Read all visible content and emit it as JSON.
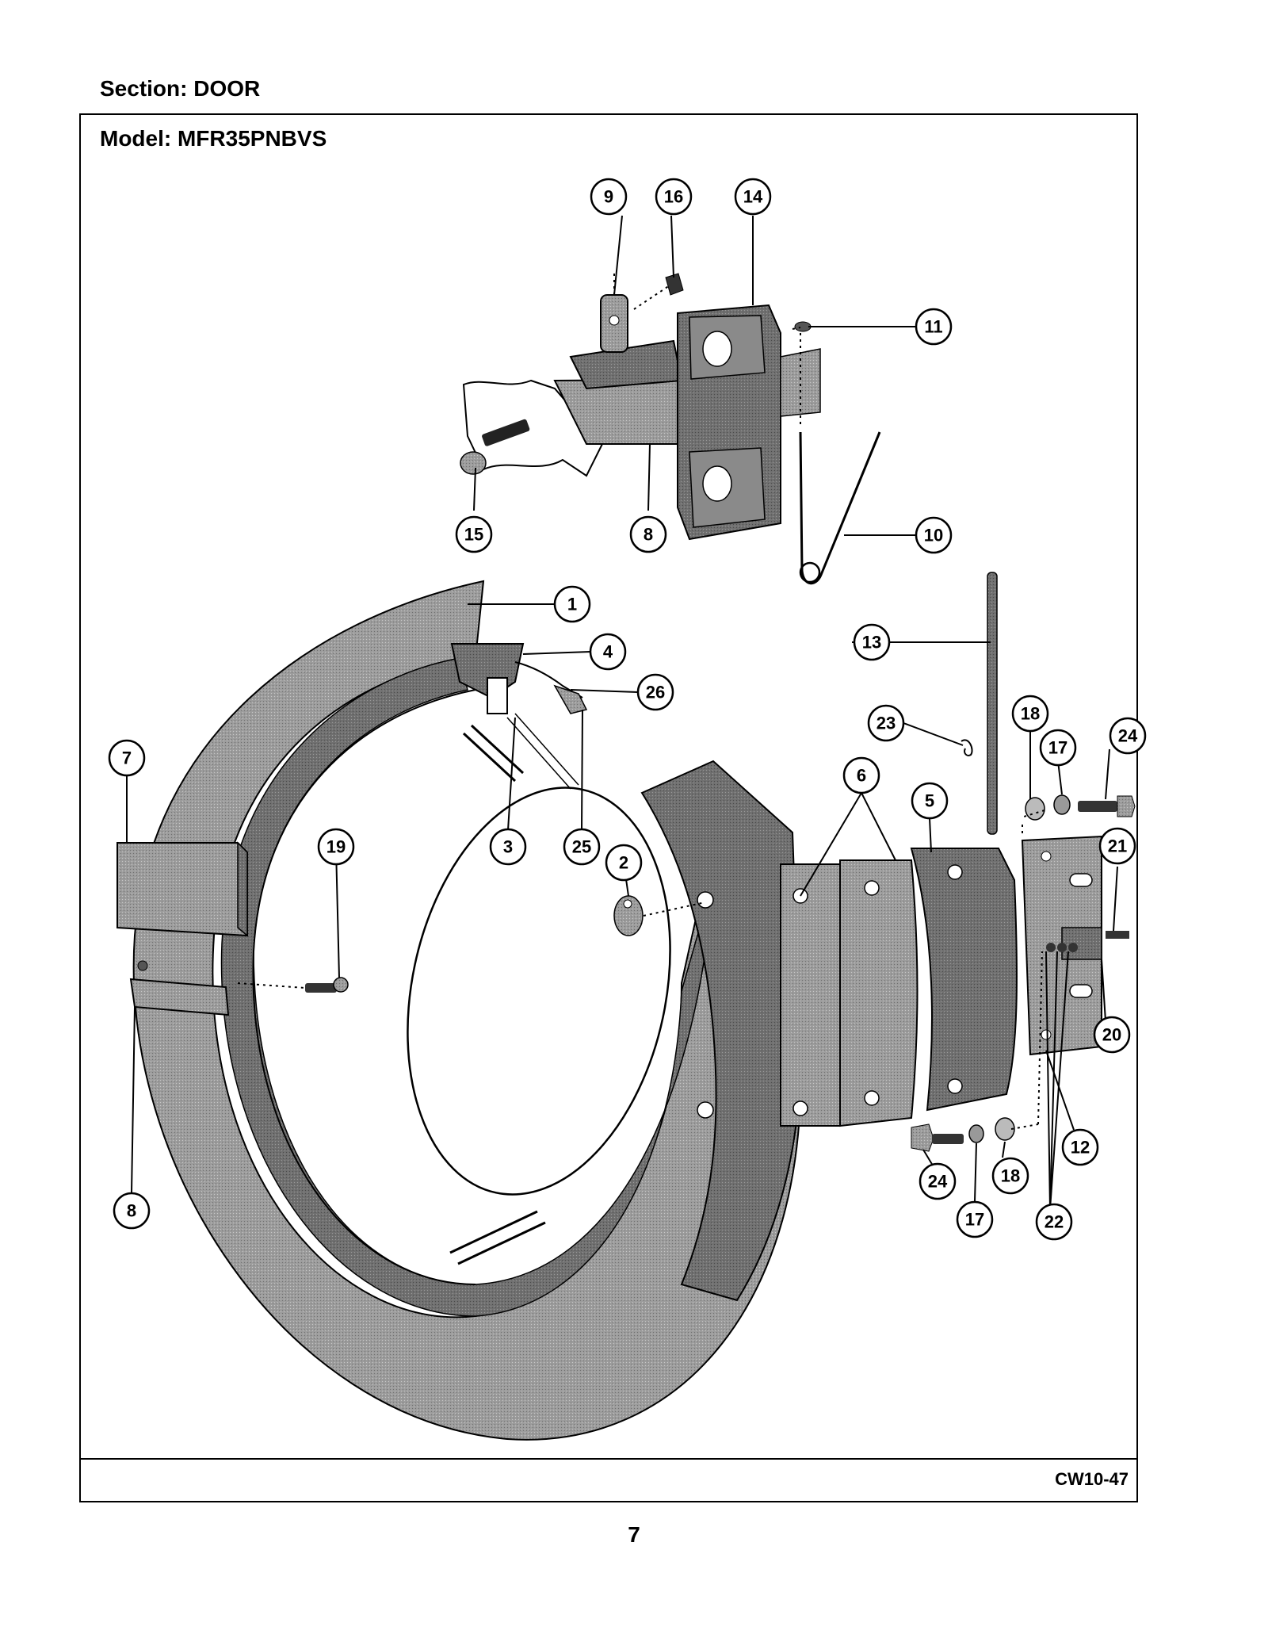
{
  "header": {
    "section": "Section:  DOOR",
    "model": "Model:  MFR35PNBVS"
  },
  "figure_id": "CW10-47",
  "page_number": "7",
  "callouts": [
    "1",
    "2",
    "3",
    "4",
    "5",
    "6",
    "7",
    "8",
    "8",
    "9",
    "10",
    "11",
    "12",
    "13",
    "14",
    "15",
    "16",
    "17",
    "17",
    "18",
    "18",
    "19",
    "20",
    "21",
    "22",
    "23",
    "24",
    "24",
    "25",
    "26"
  ],
  "colors": {
    "part_fill": "#9a9a9a",
    "part_dark": "#6e6e6e",
    "part_light": "#c4c4c4",
    "line": "#000000"
  }
}
